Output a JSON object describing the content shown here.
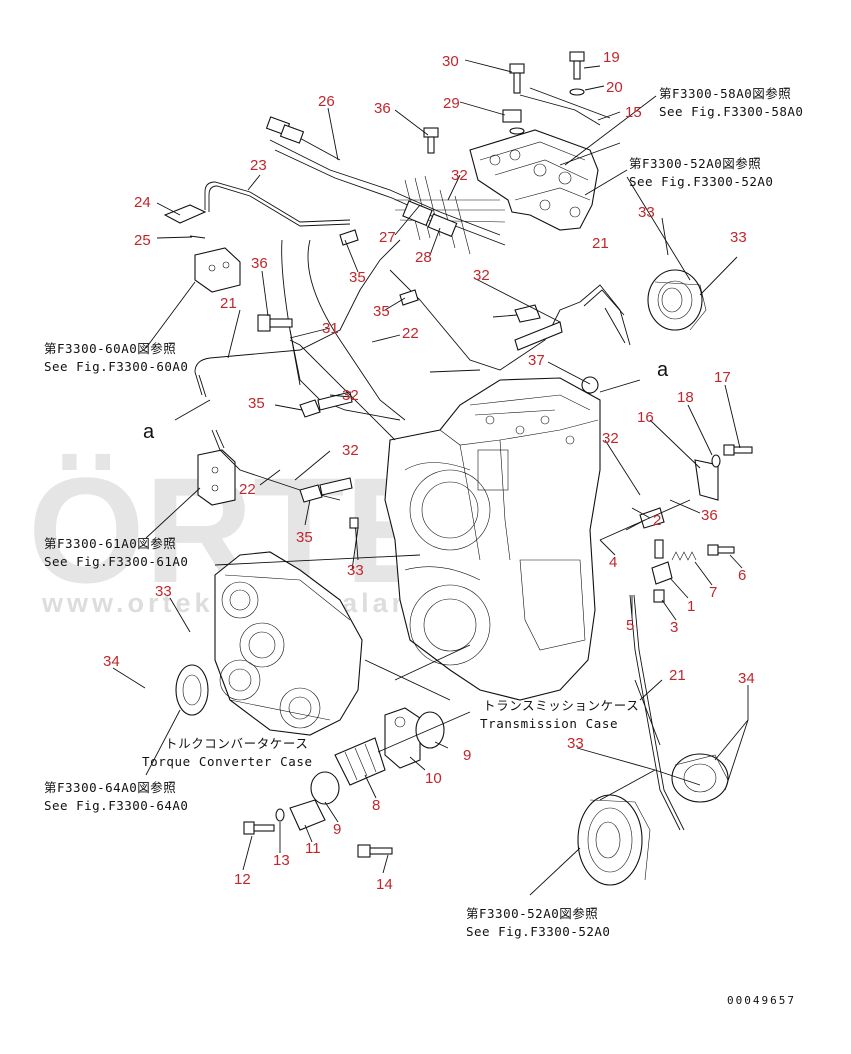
{
  "watermark": {
    "brand": "ÖRTEK",
    "url": "www.ortekismakinalari.com.tr"
  },
  "drawing_number": "00049657",
  "case_labels": {
    "transmission_jp": "トランスミッションケース",
    "transmission_en": "Transmission Case",
    "torque_converter_jp": "トルクコンバータケース",
    "torque_converter_en": "Torque Converter Case"
  },
  "view_markers": {
    "left": "a",
    "right": "a"
  },
  "references": [
    {
      "id": "f58",
      "jp": "第F3300-58A0図参照",
      "en": "See Fig.F3300-58A0"
    },
    {
      "id": "f52_top",
      "jp": "第F3300-52A0図参照",
      "en": "See Fig.F3300-52A0"
    },
    {
      "id": "f60",
      "jp": "第F3300-60A0図参照",
      "en": "See Fig.F3300-60A0"
    },
    {
      "id": "f61",
      "jp": "第F3300-61A0図参照",
      "en": "See Fig.F3300-61A0"
    },
    {
      "id": "f64",
      "jp": "第F3300-64A0図参照",
      "en": "See Fig.F3300-64A0"
    },
    {
      "id": "f52_bottom",
      "jp": "第F3300-52A0図参照",
      "en": "See Fig.F3300-52A0"
    }
  ],
  "callouts": [
    "30",
    "19",
    "20",
    "15",
    "29",
    "36",
    "26",
    "23",
    "32",
    "24",
    "27",
    "28",
    "25",
    "21",
    "36",
    "33",
    "33",
    "35",
    "32",
    "35",
    "31",
    "22",
    "21",
    "37",
    "18",
    "17",
    "32",
    "35",
    "16",
    "32",
    "32",
    "22",
    "36",
    "35",
    "2",
    "4",
    "6",
    "33",
    "7",
    "1",
    "3",
    "5",
    "33",
    "34",
    "21",
    "34",
    "9",
    "33",
    "10",
    "8",
    "9",
    "11",
    "13",
    "12",
    "14"
  ]
}
